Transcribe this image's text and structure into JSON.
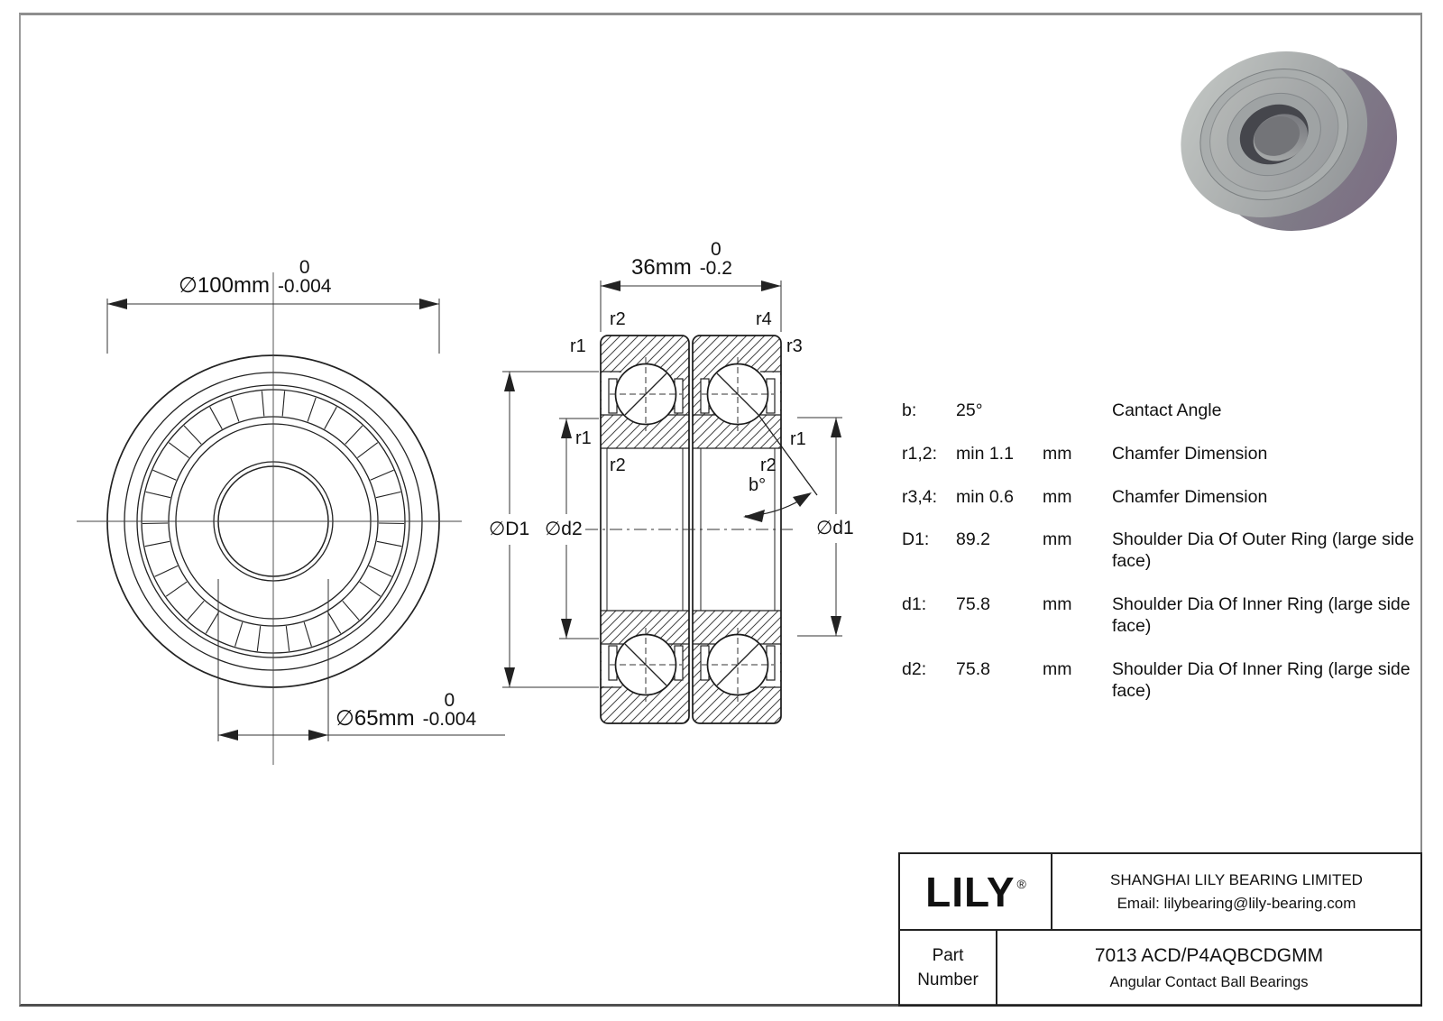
{
  "front_view": {
    "dim_outer": {
      "text": "∅100mm",
      "tol_top": "0",
      "tol_bot": "-0.004"
    },
    "dim_bore": {
      "text": "∅65mm",
      "tol_top": "0",
      "tol_bot": "-0.004"
    }
  },
  "section_view": {
    "dim_width": {
      "text": "36mm",
      "tol_top": "0",
      "tol_bot": "-0.2"
    },
    "labels": {
      "r1": "r1",
      "r2": "r2",
      "r3": "r3",
      "r4": "r4",
      "angle": "b°",
      "D1": "∅D1",
      "d1": "∅d1",
      "d2": "∅d2"
    }
  },
  "specs": {
    "rows": [
      {
        "label": "b:",
        "value": "25°",
        "unit": "",
        "desc": "Cantact Angle"
      },
      {
        "label": "r1,2:",
        "value": "min 1.1",
        "unit": "mm",
        "desc": "Chamfer Dimension"
      },
      {
        "label": "r3,4:",
        "value": "min 0.6",
        "unit": "mm",
        "desc": "Chamfer Dimension"
      },
      {
        "label": "D1:",
        "value": "89.2",
        "unit": "mm",
        "desc": "Shoulder Dia Of Outer Ring (large side face)"
      },
      {
        "label": "d1:",
        "value": "75.8",
        "unit": "mm",
        "desc": "Shoulder Dia Of Inner Ring (large side face)"
      },
      {
        "label": "d2:",
        "value": "75.8",
        "unit": "mm",
        "desc": "Shoulder Dia Of Inner Ring (large side face)"
      }
    ]
  },
  "title_block": {
    "logo": "LILY",
    "logo_mark": "®",
    "company": "SHANGHAI LILY BEARING LIMITED",
    "email": "Email: lilybearing@lily-bearing.com",
    "part_label_line1": "Part",
    "part_label_line2": "Number",
    "part_number": "7013 ACD/P4AQBCDGMM",
    "category": "Angular Contact Ball Bearings"
  },
  "colors": {
    "line": "#222222",
    "frame_gray": "#8e8e8e",
    "metal_light": "#c2c6c3",
    "metal_mid": "#9a9da0",
    "metal_dark": "#55565c",
    "metal_purple": "#7b6a82"
  }
}
